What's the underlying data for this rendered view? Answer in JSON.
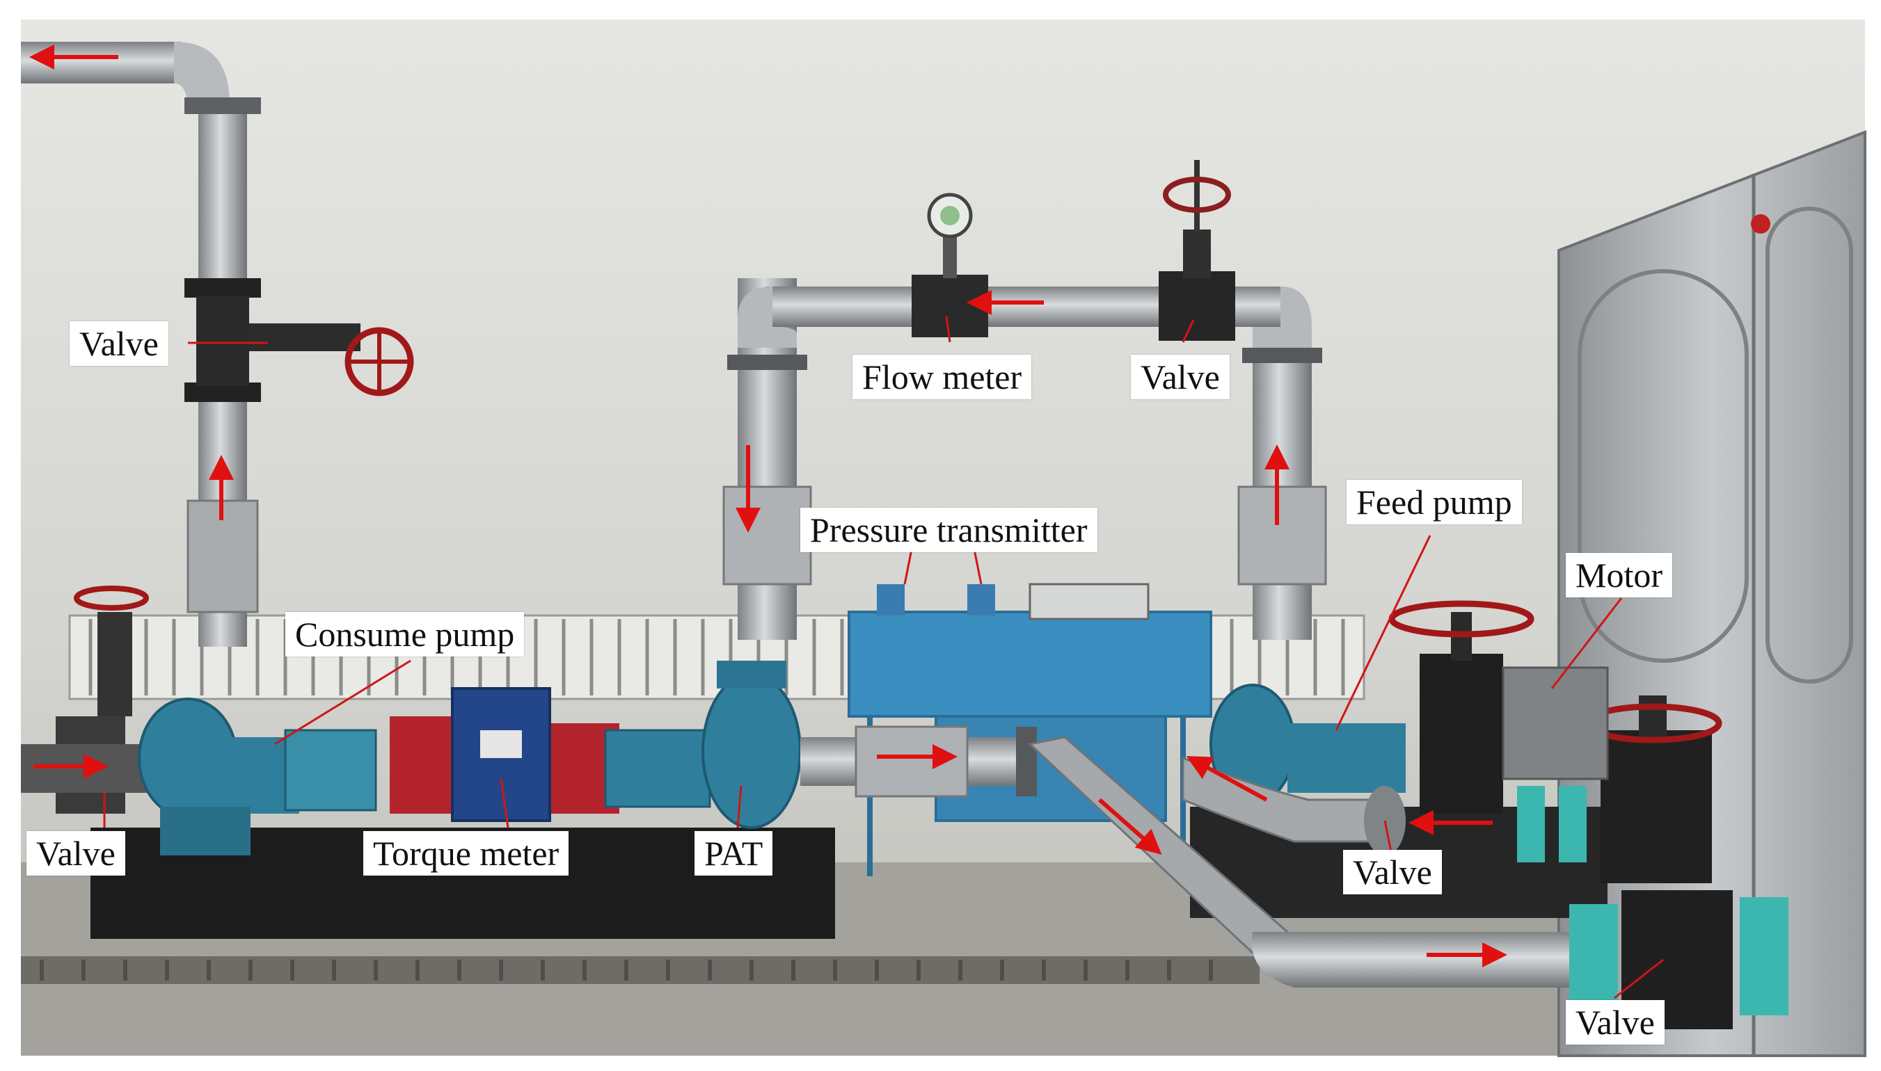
{
  "labels": {
    "valve_top_left": "Valve",
    "flow_meter": "Flow meter",
    "valve_top_right": "Valve",
    "pressure_transmitter": "Pressure transmitter",
    "feed_pump": "Feed pump",
    "motor": "Motor",
    "consume_pump": "Consume pump",
    "valve_left": "Valve",
    "torque_meter": "Torque meter",
    "pat": "PAT",
    "valve_mid_right": "Valve",
    "valve_bottom_right": "Valve"
  },
  "colors": {
    "wall": "#dcdcd8",
    "pipe": "#a9adb0",
    "pump_blue": "#2f7f9c",
    "panel_blue": "#3b8ec0",
    "flange_teal": "#3cb7b0",
    "arrow_red": "#e01010",
    "label_bg": "#ffffff",
    "floor": "#9b9a94"
  }
}
